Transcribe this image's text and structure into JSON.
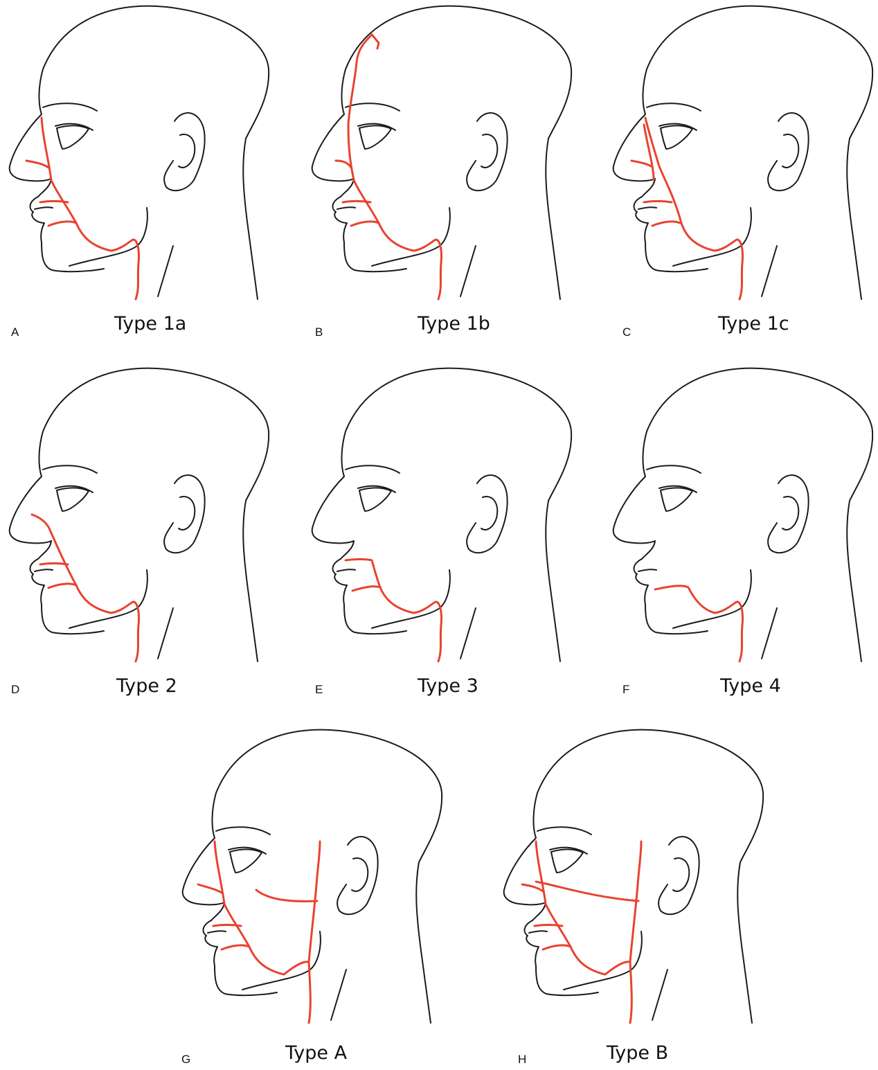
{
  "colors": {
    "artery": "#e8432f",
    "outline": "#1a1a1a"
  },
  "panels": [
    {
      "letter": "A",
      "label": "Type 1a",
      "variant": "1a"
    },
    {
      "letter": "B",
      "label": "Type 1b",
      "variant": "1b"
    },
    {
      "letter": "C",
      "label": "Type 1c",
      "variant": "1c"
    },
    {
      "letter": "D",
      "label": "Type 2",
      "variant": "2"
    },
    {
      "letter": "E",
      "label": "Type 3",
      "variant": "3"
    },
    {
      "letter": "F",
      "label": "Type 4",
      "variant": "4"
    },
    {
      "letter": "G",
      "label": "Type A",
      "variant": "A"
    },
    {
      "letter": "H",
      "label": "Type B",
      "variant": "B"
    }
  ]
}
